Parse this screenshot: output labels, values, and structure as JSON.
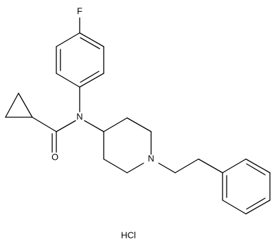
{
  "molecule": {
    "atom_labels": {
      "fluorine": "F",
      "amide_nitrogen": "N",
      "carbonyl_oxygen": "O",
      "piperidine_nitrogen": "N"
    },
    "salt": "HCl"
  },
  "colors": {
    "bond": "#000000",
    "text": "#000000",
    "background": "#ffffff"
  }
}
